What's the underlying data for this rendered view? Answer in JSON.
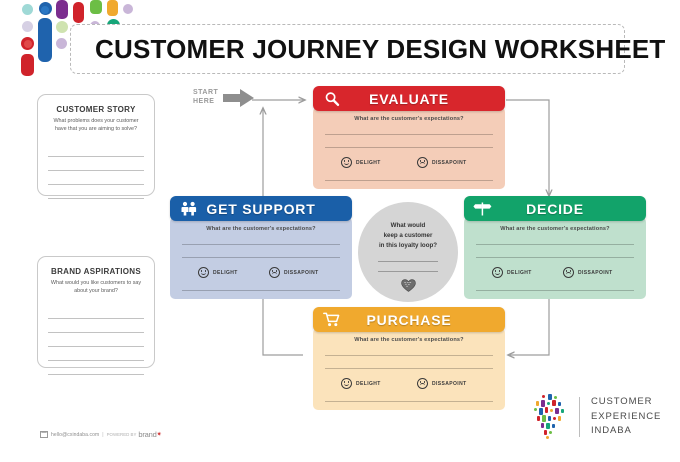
{
  "page": {
    "title": "CUSTOMER JOURNEY DESIGN WORKSHEET",
    "background": "#ffffff"
  },
  "start_marker": {
    "line1": "START",
    "line2": "HERE"
  },
  "notes": [
    {
      "id": "customer-story",
      "title": "CUSTOMER STORY",
      "prompt": "What problems does your customer have that you are aiming to solve?",
      "line_count": 7
    },
    {
      "id": "brand-aspirations",
      "title": "BRAND ASPIRATIONS",
      "prompt": "What would you like customers to say about your brand?",
      "line_count": 7
    }
  ],
  "stages": [
    {
      "id": "evaluate",
      "label": "EVALUATE",
      "icon": "magnifier-icon",
      "header_color": "#d8262c",
      "body_color": "#f4cdb8",
      "question": "What are the customer's expectations?",
      "delight_label": "DELIGHT",
      "dissapoint_label": "DISSAPOINT",
      "line_count": 3
    },
    {
      "id": "get-support",
      "label": "GET SUPPORT",
      "icon": "two-people-icon",
      "header_color": "#1a5fa8",
      "body_color": "#c3cde3",
      "question": "What are the customer's expectations?",
      "delight_label": "DELIGHT",
      "dissapoint_label": "DISSAPOINT",
      "line_count": 3
    },
    {
      "id": "decide",
      "label": "DECIDE",
      "icon": "signpost-icon",
      "header_color": "#12a36a",
      "body_color": "#bfe0cd",
      "question": "What are the customer's expectations?",
      "delight_label": "DELIGHT",
      "dissapoint_label": "DISSAPOINT",
      "line_count": 3
    },
    {
      "id": "purchase",
      "label": "PURCHASE",
      "icon": "shopping-cart-icon",
      "header_color": "#f0a92e",
      "body_color": "#fbe3bb",
      "question": "What are the customer's expectations?",
      "delight_label": "DELIGHT",
      "dissapoint_label": "DISSAPOINT",
      "line_count": 3
    }
  ],
  "loyalty": {
    "question_line1": "What would",
    "question_line2": "keep a customer",
    "question_line3": "in this loyalty loop?",
    "icon": "heart-icon",
    "line_count": 3,
    "fill": "#d5d5d5"
  },
  "brand": {
    "logo_icon": "africa-dots-logo",
    "line1": "CUSTOMER",
    "line2": "EXPERIENCE",
    "line3": "INDABA"
  },
  "footer": {
    "mail_icon": "envelope-icon",
    "email": "hello@cxindaba.com",
    "separator": "|",
    "powered_by": "POWERED BY",
    "brand_word": "brand",
    "brand_star": "✷"
  },
  "deco_logo": {
    "name": "indaba-bars-logo",
    "colors": [
      "#9fd9d6",
      "#1f63ad",
      "#7b2d8e",
      "#d0232b",
      "#6cbe45",
      "#f0a92e",
      "#c9b6d8",
      "#cfe3b0",
      "#17a67a",
      "#d6d0e4"
    ]
  }
}
